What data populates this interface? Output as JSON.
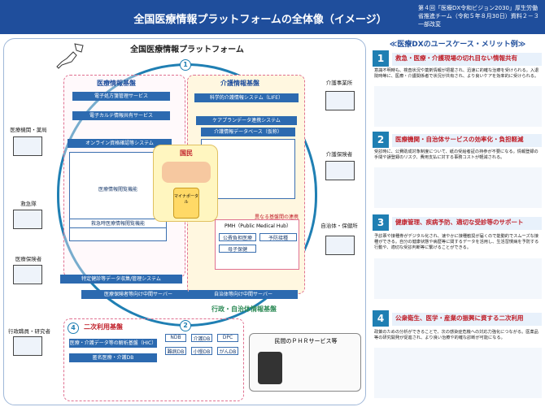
{
  "header": {
    "title": "全国医療情報プラットフォームの全体像（イメージ）",
    "note": "第４回「医療DX令和ビジョン2030」厚生労働省推進チーム（令和５年８月30日）資料２－３ 一部改変"
  },
  "platform": {
    "title": "全国医療情報プラットフォーム",
    "sections": {
      "medical": "医療情報基盤",
      "care": "介護情報基盤",
      "admin": "行政・自治体情報基盤",
      "secondary": "二次利用基盤"
    },
    "medical_items": [
      "電子処方箋管理サービス",
      "電子カルテ情報共有サービス",
      "オンライン資格確認等システム",
      "医療情報閲覧機能",
      "救急時医療情報閲覧機能",
      "特定健診等データ収集/管理システム",
      "医療保険者等向け中間サーバー"
    ],
    "care_items": [
      "科学的介護情報システム（LIFE）",
      "ケアプランデータ連携システム",
      "介護情報データベース（仮称）",
      "自治体等向け中間サーバー"
    ],
    "people_label": "国民",
    "portal_label": "マイナポータル",
    "phr_label": "PMH（Public Medical Hub）",
    "phr_items": [
      "公費負担医療",
      "予防接種",
      "母子保健"
    ],
    "link_label": "異なる基盤間の連携",
    "secondary_items": [
      "医療・介護データ等の解析基盤（HIC）",
      "匿名医療・介護DB"
    ],
    "secondary_tags": [
      "NDB",
      "介護DB",
      "DPC",
      "難病DB",
      "小慢DB",
      "がんDB"
    ],
    "phr_service": "民間のＰＨＲサービス等"
  },
  "left_labels": [
    "医療機関・薬局",
    "救急隊",
    "医療保険者",
    "行政職員・研究者"
  ],
  "right_labels": [
    "介護事業所",
    "介護保険者",
    "自治体・保健所"
  ],
  "numbers": [
    "1",
    "2",
    "3",
    "4"
  ],
  "usecases": {
    "title": "≪医療DXのユースケース・メリット例≫",
    "items": [
      {
        "num": "1",
        "title": "救急・医療・介護現場の切れ目ない情報共有",
        "text": "意識不明時も、検査状況や薬剤情報が把握され、迅速に的確な治療を受けられる。入退院時等に、医療・介護関係者で状況が共有され、より良いケアを効率的に受けられる。"
      },
      {
        "num": "2",
        "title": "医療機関・自治体サービスの効率化・負担軽減",
        "text": "受診時に、公費助成対象制度について、紙の受給者証の持参が不要になる。情報登録の手間や誤登録のリスク、費用支払に対する事務コストが軽減される。"
      },
      {
        "num": "3",
        "title": "健康管理、疾病予防、適切な受診等のサポート",
        "text": "予診票や接種券がデジタル化され、速やかに接種勧奨が届くので能動的でスムーズな接種ができる。自分の健康状態や病歴等に関するデータを活用し、生活習慣病を予防する行動や、適切な受診判断等に繋げることができる。"
      },
      {
        "num": "4",
        "title": "公衆衛生、医学・産業の振興に資する二次利用",
        "text": "政策のための分析ができることで、次の感染症危機への対応力強化につながる。医薬品等の研究開発が促進され、より良い治療や的確な診断が可能になる。"
      }
    ]
  }
}
